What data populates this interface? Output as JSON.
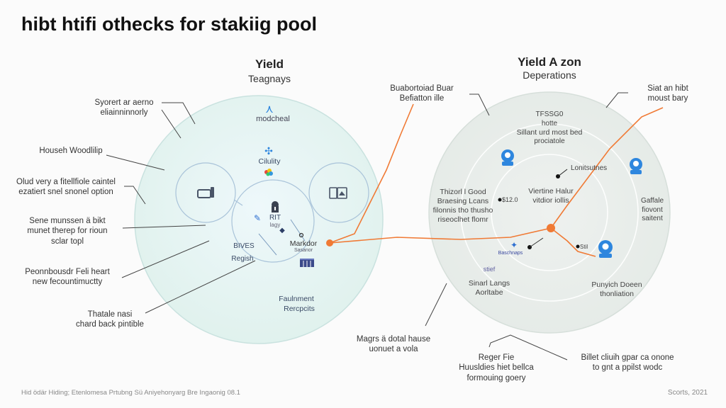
{
  "title": "hibt htifi othecks for stakiig pool",
  "left_panel": {
    "heading": "Yield",
    "subheading": "Teagnays",
    "top_label": "modcheal",
    "center_label": "Cilulity",
    "node_label": "RIT",
    "node_sublabel": "lagy",
    "left_inner_label": "BIVES",
    "left_inner_sublabel": "Regish",
    "right_inner_label": "Markdor",
    "right_inner_sublabel": "Sasanor",
    "bottom_label_line1": "Faulnment",
    "bottom_label_line2": "Rercpcits"
  },
  "left_callouts": [
    {
      "line1": "Syorert ar aerno",
      "line2": "eliainninnorly"
    },
    {
      "line1": "Househ Woodlilip",
      "line2": ""
    },
    {
      "line1": "Olud very a fitellfiole caintel",
      "line2": "ezatiert snel snonel option"
    },
    {
      "line1": "Sene munssen ä bikt",
      "line2": "munet therep for rioun",
      "line3": "sclar topl"
    },
    {
      "line1": "Peonnbousdr Feli heart",
      "line2": "new fecountimuctty"
    },
    {
      "line1": "Thatale nasi",
      "line2": "chard back pintible"
    }
  ],
  "right_panel": {
    "heading": "Yield A zon",
    "subheading": "Deperations",
    "top_text": [
      "TFSSG0",
      "hotte",
      "Sillant urd most bed",
      "prociatole"
    ],
    "locations_label": "Lonitsutnes",
    "left_block": [
      "Thizorl l Good",
      "Braesing Lcans",
      "filonnis tho thusho",
      "riseoclhet flomr"
    ],
    "value_label": "$12.0",
    "middle_block": [
      "Viertine Halur",
      "vitdior iollis"
    ],
    "right_block": [
      "Gaffale",
      "fiovont",
      "saitent"
    ],
    "small_blue_label": "Baschnaps",
    "small_violet_label": "stief",
    "marker_label": "Stil",
    "bottom_left_block": [
      "Sinarl Langs",
      "Aorltabe"
    ],
    "bottom_right_block": [
      "Punyich Doeen",
      "thonliation"
    ]
  },
  "right_callouts": [
    {
      "line1": "Buabortoiad Buar",
      "line2": "Befiatton ille"
    },
    {
      "line1": "Siat an hibt",
      "line2": "moust bary"
    },
    {
      "line1": "Magrs ä dotal hause",
      "line2": "uonuet a vola"
    },
    {
      "line1": "Reger Fie",
      "line2": "Huusldies hiet bellca",
      "line3": "formouing goery"
    },
    {
      "line1": "Billet cliuih gpar ca onone",
      "line2": "to gnt a ppilst wodc"
    }
  ],
  "footer": {
    "source_note": "Hid ödär Hiding; Etenlomesa Prtubng Sü Aniyehonyarg Bre Ingaonig 08.1",
    "credit": "Scorts, 2021"
  },
  "colors": {
    "left_fill": "#e3f3f0",
    "right_fill": "#e9eeeb",
    "accent_orange": "#f07a35",
    "icon_blue": "#2e86de",
    "leader_line": "#444444"
  }
}
